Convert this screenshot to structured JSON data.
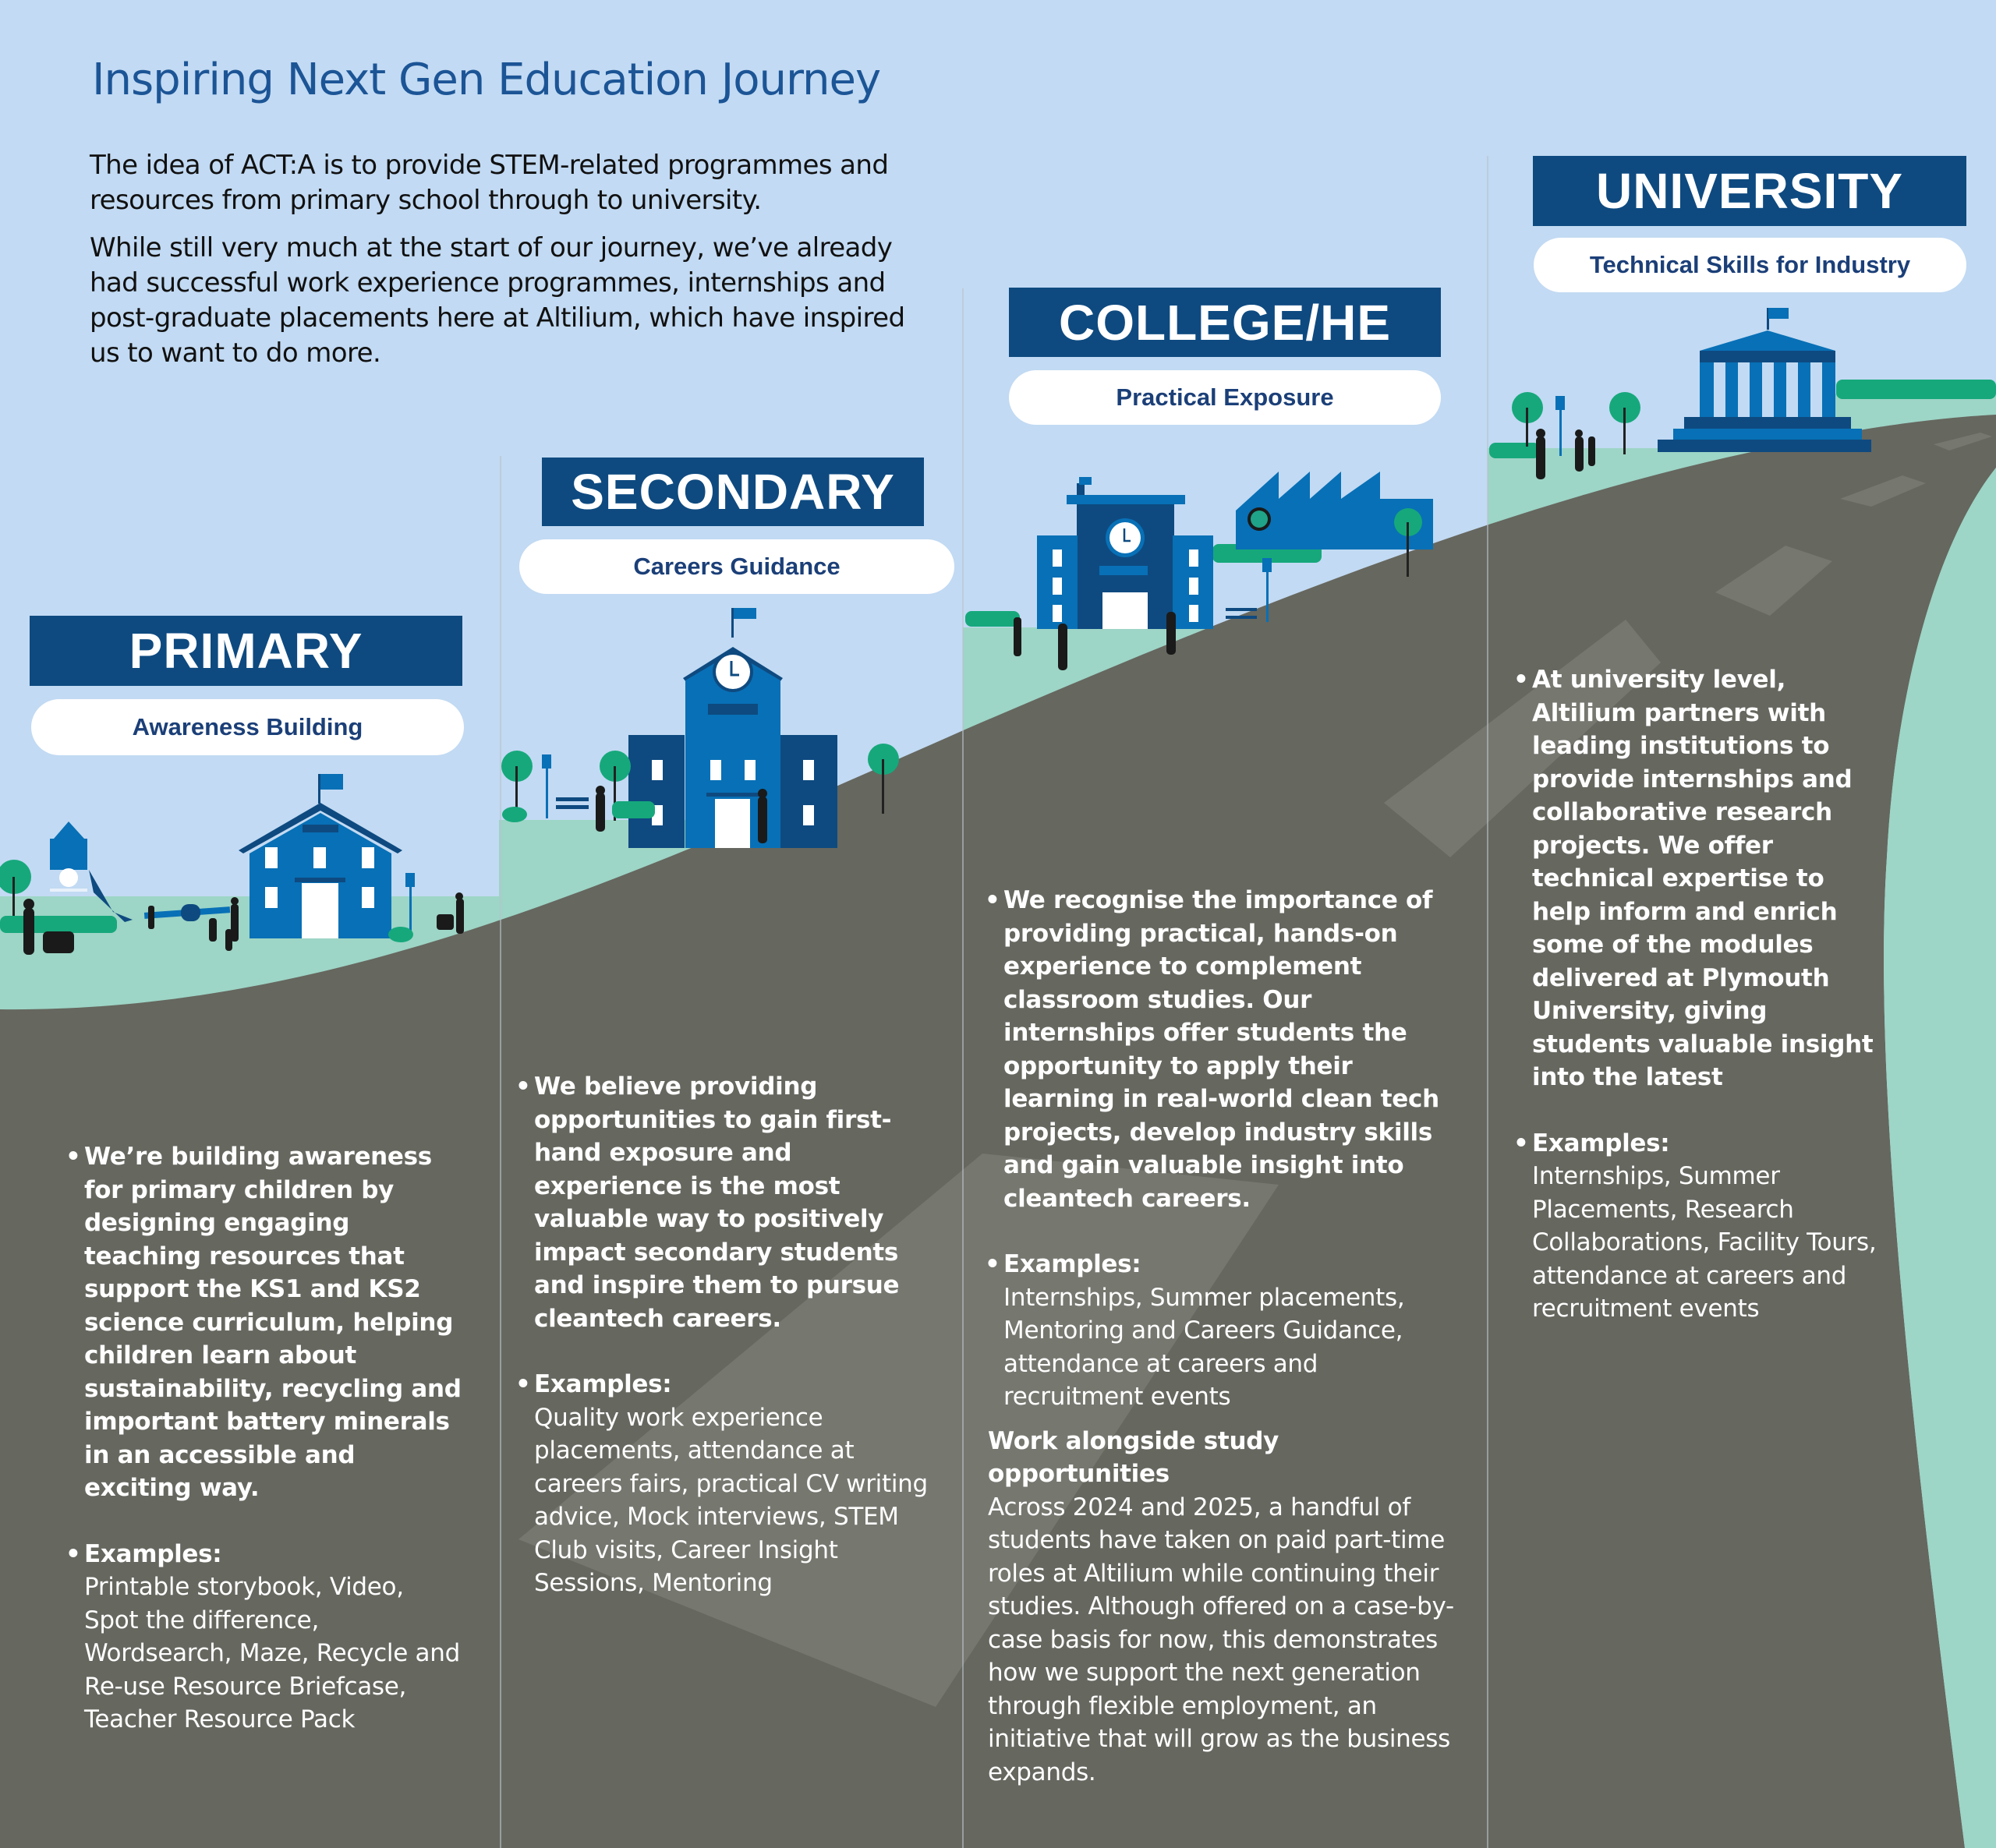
{
  "page": {
    "title": "Inspiring Next Gen Education Journey",
    "intro": [
      "The idea of ACT:A is to provide STEM-related programmes and resources from primary school through to university.",
      "While still very much at the start of our journey, we’ve already had successful work experience programmes, internships and post-graduate placements here at Altilium, which have inspired us to want to do more."
    ]
  },
  "colors": {
    "sky": "#c2daf3",
    "banner_navy": "#0e4a80",
    "building_blue": "#0870b6",
    "building_dark": "#0e4a80",
    "grass": "#9dd5c6",
    "hedge": "#16a87b",
    "road": "#66675f",
    "title_blue": "#1c5596"
  },
  "stages": [
    {
      "id": "primary",
      "heading": "PRIMARY",
      "subtitle": "Awareness Building",
      "illustration": "school-house-with-playground",
      "description": "We’re building awareness for primary children by designing engaging teaching resources that support the KS1 and KS2 science curriculum, helping children learn about sustainability, recycling and important battery minerals in an accessible and exciting way.",
      "examples_label": "Examples:",
      "examples": "Printable storybook, Video, Spot the difference, Wordsearch, Maze,  Recycle and Re-use Resource Briefcase, Teacher Resource Pack"
    },
    {
      "id": "secondary",
      "heading": "SECONDARY",
      "subtitle": "Careers Guidance",
      "illustration": "school-with-clock-tower",
      "description": "We believe providing opportunities to gain first-hand exposure and experience is the most valuable way to positively impact secondary students and inspire them to pursue cleantech careers.",
      "examples_label": "Examples:",
      "examples": "Quality work experience placements, attendance at careers fairs, practical CV writing advice, Mock interviews, STEM Club visits, Career Insight Sessions, Mentoring"
    },
    {
      "id": "college",
      "heading": "COLLEGE/HE",
      "subtitle": "Practical Exposure",
      "illustration": "college-and-factory",
      "description": "We recognise the importance of providing practical, hands-on experience to complement classroom studies. Our internships offer students the opportunity to apply their learning in real-world clean tech projects, develop industry skills and gain valuable insight into cleantech careers.",
      "examples_label": "Examples:",
      "examples": "Internships, Summer placements, Mentoring and Careers Guidance, attendance at careers and recruitment events",
      "extra_heading": "Work alongside study opportunities",
      "extra_text": "Across 2024 and 2025, a handful of students have taken on paid part-time roles at Altilium while continuing their studies. Although offered on a case-by-case basis for now, this demonstrates how we support the next generation through flexible employment, an initiative that will grow as the business expands."
    },
    {
      "id": "university",
      "heading": "UNIVERSITY",
      "subtitle": "Technical Skills for Industry",
      "illustration": "university-columned-building",
      "description": "At university level, Altilium partners with leading institutions to provide internships and collaborative research projects. We offer technical expertise to help inform and enrich some of the modules delivered at Plymouth University, giving students valuable insight into the latest",
      "examples_label": "Examples:",
      "examples": "Internships, Summer Placements, Research Collaborations, Facility Tours, attendance at careers and recruitment events"
    }
  ]
}
